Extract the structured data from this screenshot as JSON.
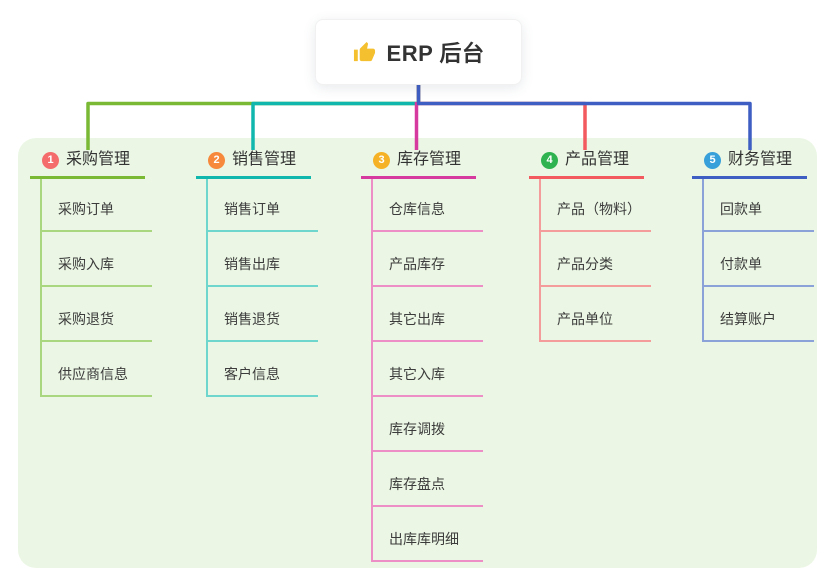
{
  "root": {
    "title": "ERP 后台",
    "icon": "thumbs-up-icon",
    "icon_color": "#f5c02f"
  },
  "canvas": {
    "background": "#ffffff",
    "panel_background": "#ebf7e4",
    "trunk_color": "#3f5ec4",
    "text_color": "#333333"
  },
  "branches": [
    {
      "badge": "1",
      "label": "采购管理",
      "badge_color": "#f56c6c",
      "line_color": "#79b934",
      "child_line_color": "#a8d77f",
      "children": [
        "采购订单",
        "采购入库",
        "采购退货",
        "供应商信息"
      ]
    },
    {
      "badge": "2",
      "label": "销售管理",
      "badge_color": "#f6893c",
      "line_color": "#10b7ad",
      "child_line_color": "#6fd6cd",
      "children": [
        "销售订单",
        "销售出库",
        "销售退货",
        "客户信息"
      ]
    },
    {
      "badge": "3",
      "label": "库存管理",
      "badge_color": "#f6b226",
      "line_color": "#d63a9e",
      "child_line_color": "#ee8ec6",
      "children": [
        "仓库信息",
        "产品库存",
        "其它出库",
        "其它入库",
        "库存调拨",
        "库存盘点",
        "出库库明细"
      ]
    },
    {
      "badge": "4",
      "label": "产品管理",
      "badge_color": "#2fb350",
      "line_color": "#f25a5f",
      "child_line_color": "#f49c9c",
      "children": [
        "产品（物料）",
        "产品分类",
        "产品单位"
      ]
    },
    {
      "badge": "5",
      "label": "财务管理",
      "badge_color": "#379fd9",
      "line_color": "#3f5ec4",
      "child_line_color": "#8aa2d8",
      "children": [
        "回款单",
        "付款单",
        "结算账户"
      ]
    }
  ]
}
